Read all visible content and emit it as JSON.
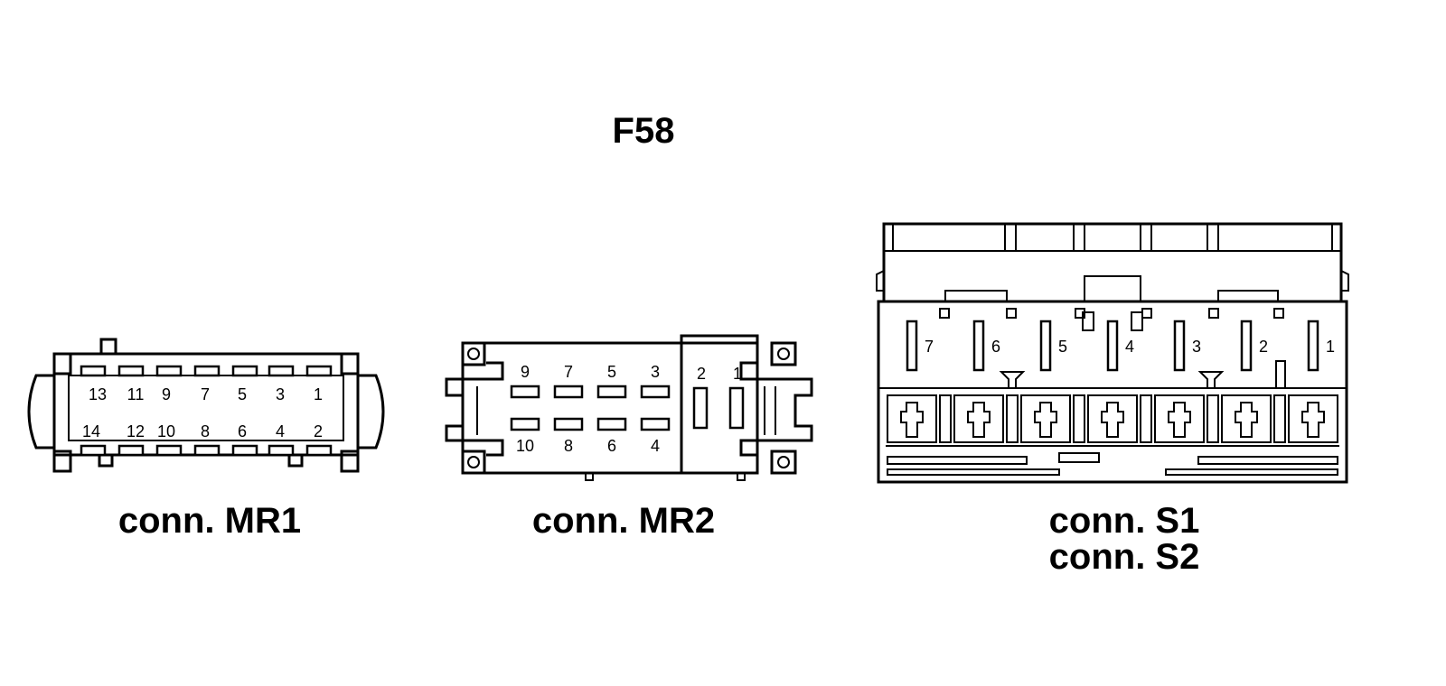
{
  "title": "F58",
  "connectors": {
    "mr1": {
      "caption": "conn. MR1",
      "top_pins": [
        "13",
        "11",
        "9",
        "7",
        "5",
        "3",
        "1"
      ],
      "bottom_pins": [
        "14",
        "12",
        "10",
        "8",
        "6",
        "4",
        "2"
      ]
    },
    "mr2": {
      "caption": "conn. MR2",
      "top_pins": [
        "9",
        "7",
        "5",
        "3"
      ],
      "bottom_pins": [
        "10",
        "8",
        "6",
        "4"
      ],
      "power_pins": [
        "2",
        "1"
      ]
    },
    "s": {
      "caption_1": "conn. S1",
      "caption_2": "conn. S2",
      "pins": [
        "7",
        "6",
        "5",
        "4",
        "3",
        "2",
        "1"
      ]
    }
  }
}
